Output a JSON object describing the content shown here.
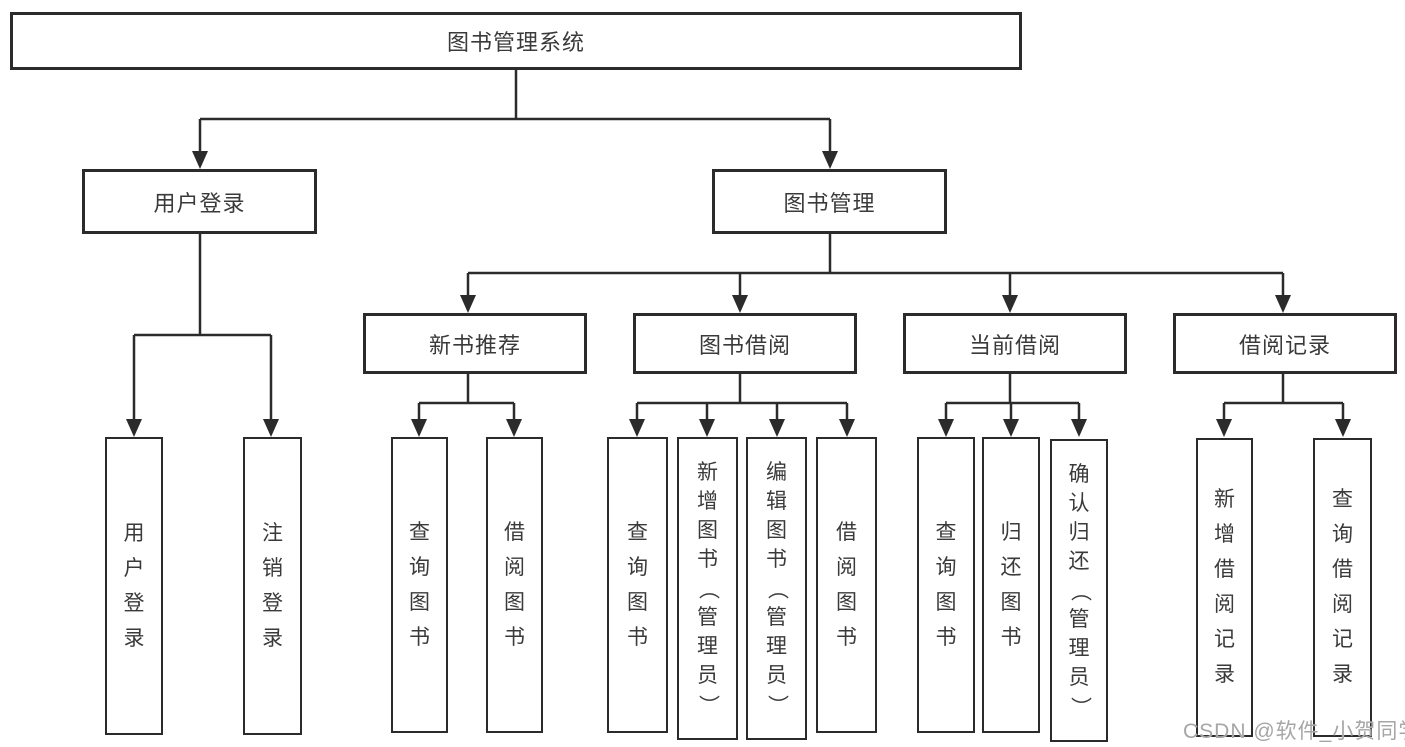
{
  "diagram": {
    "root": "图书管理系统",
    "user_login": {
      "label": "用户登录",
      "children": {
        "login": "用户登录",
        "logout": "注销登录"
      }
    },
    "book_management": {
      "label": "图书管理",
      "new_book": {
        "label": "新书推荐",
        "children": {
          "query": "查询图书",
          "borrow": "借阅图书"
        }
      },
      "borrow": {
        "label": "图书借阅",
        "children": {
          "query": "查询图书",
          "add": "新增图书（管理员）",
          "edit": "编辑图书（管理员）",
          "borrow": "借阅图书"
        }
      },
      "current": {
        "label": "当前借阅",
        "children": {
          "query": "查询图书",
          "return": "归还图书",
          "confirm": "确认归还（管理员）"
        }
      },
      "records": {
        "label": "借阅记录",
        "children": {
          "add": "新增借阅记录",
          "query": "查询借阅记录"
        }
      }
    }
  },
  "watermark": {
    "text": "CSDN @软件_小贺同学"
  },
  "colors": {
    "line": "#2b2b2b",
    "box_border": "#2b2b2b",
    "text": "#3a3a3a",
    "background": "#ffffff",
    "watermark": "#a6a6a6"
  }
}
